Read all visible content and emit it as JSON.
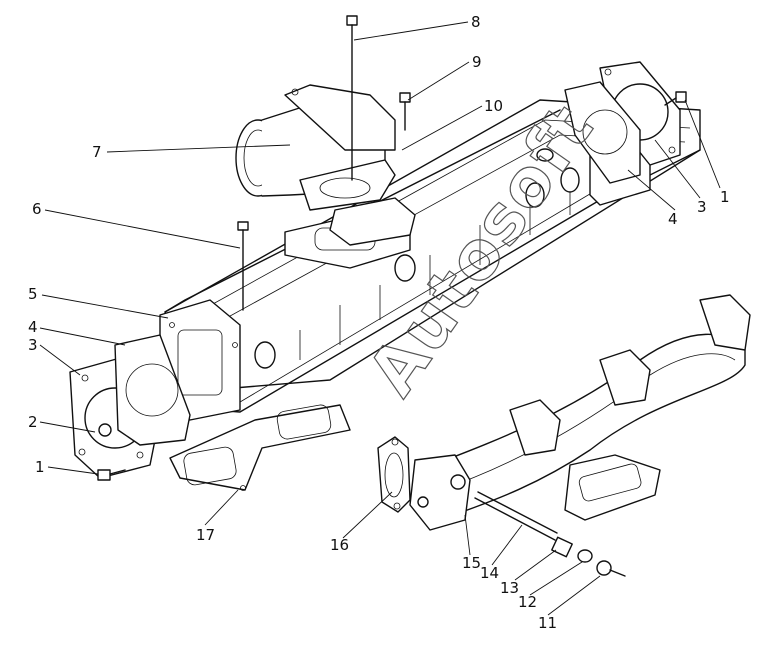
{
  "callouts": [
    {
      "id": "c1a",
      "label": "1"
    },
    {
      "id": "c1b",
      "label": "1"
    },
    {
      "id": "c2",
      "label": "2"
    },
    {
      "id": "c3a",
      "label": "3"
    },
    {
      "id": "c3b",
      "label": "3"
    },
    {
      "id": "c4a",
      "label": "4"
    },
    {
      "id": "c4b",
      "label": "4"
    },
    {
      "id": "c5",
      "label": "5"
    },
    {
      "id": "c6",
      "label": "6"
    },
    {
      "id": "c7",
      "label": "7"
    },
    {
      "id": "c8",
      "label": "8"
    },
    {
      "id": "c9",
      "label": "9"
    },
    {
      "id": "c10",
      "label": "10"
    },
    {
      "id": "c11",
      "label": "11"
    },
    {
      "id": "c12",
      "label": "12"
    },
    {
      "id": "c13",
      "label": "13"
    },
    {
      "id": "c14",
      "label": "14"
    },
    {
      "id": "c15",
      "label": "15"
    },
    {
      "id": "c16",
      "label": "16"
    },
    {
      "id": "c17",
      "label": "17"
    }
  ],
  "watermark": "Autosoft"
}
